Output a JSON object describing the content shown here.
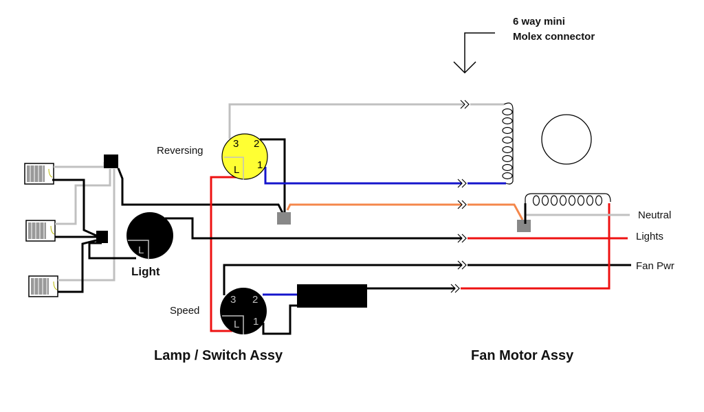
{
  "diagram": {
    "annotation": {
      "line1": "6 way  mini",
      "line2": "Molex connector"
    },
    "labels": {
      "reversing": "Reversing",
      "light": "Light",
      "speed": "Speed",
      "neutral": "Neutral",
      "lights": "Lights",
      "fan_pwr": "Fan Pwr"
    },
    "section_titles": {
      "lamp_switch": "Lamp / Switch Assy",
      "fan_motor": "Fan Motor Assy"
    },
    "reversing_switch": {
      "terminals": [
        "3",
        "2",
        "L",
        "1"
      ]
    },
    "light_switch": {
      "terminals": [
        "L"
      ]
    },
    "speed_switch": {
      "terminals": [
        "3",
        "2",
        "L",
        "1"
      ]
    },
    "colors": {
      "black": "#000000",
      "gray": "#c0c0c0",
      "red": "#ee1111",
      "blue": "#1515cc",
      "orange": "#f4874b",
      "yellow": "#ffff33",
      "junction": "#888888"
    }
  }
}
